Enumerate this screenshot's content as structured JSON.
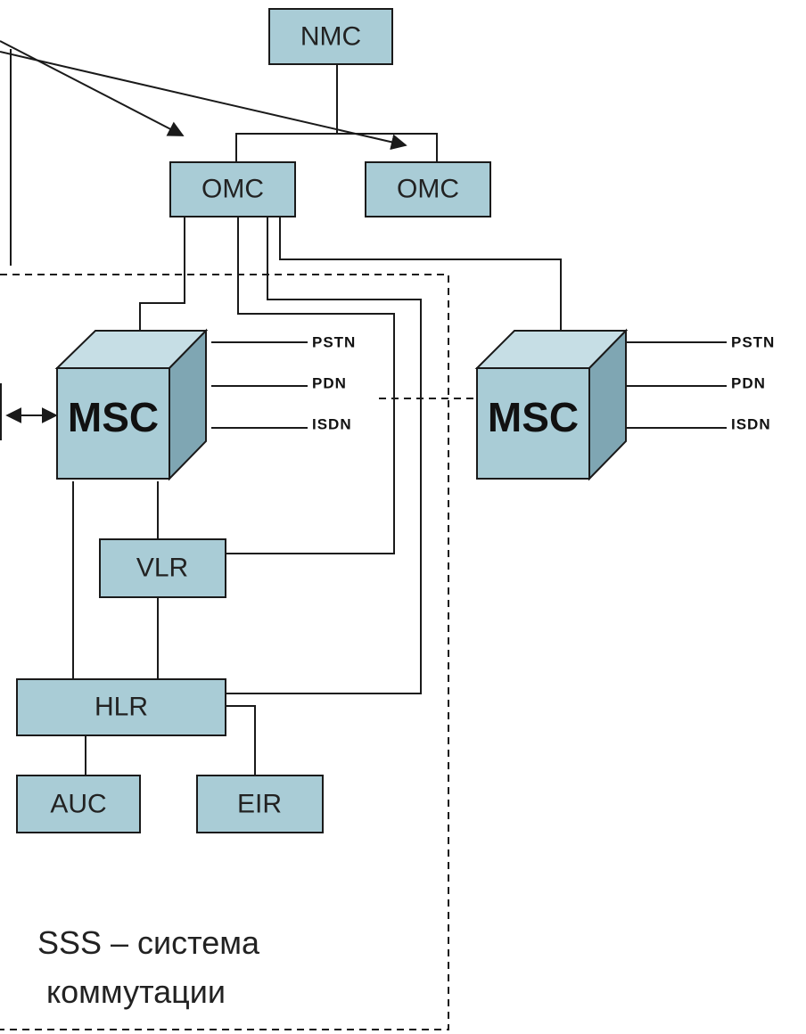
{
  "nodes": {
    "nmc": "NMC",
    "omc_left": "OMC",
    "omc_right": "OMC",
    "msc_left": "MSC",
    "msc_right": "MSC",
    "vlr": "VLR",
    "hlr": "HLR",
    "auc": "AUC",
    "eir": "EIR"
  },
  "networks_left": [
    "PSTN",
    "PDN",
    "ISDN"
  ],
  "networks_right": [
    "PSTN",
    "PDN",
    "ISDN"
  ],
  "caption": {
    "line1": "SSS – система",
    "line2": "коммутации"
  },
  "colors": {
    "box_fill": "#a9ccd6",
    "cube_top": "#c6dee5",
    "cube_side": "#7fa6b3",
    "line": "#1a1a1a"
  }
}
